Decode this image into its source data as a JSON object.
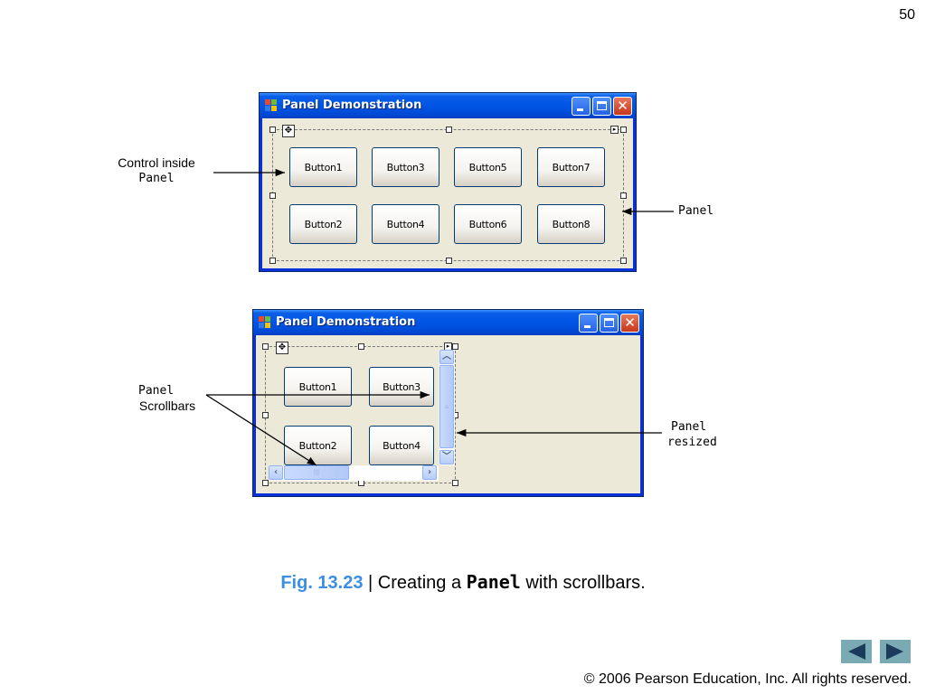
{
  "slide": {
    "number": "50"
  },
  "window_top": {
    "title": "Panel Demonstration",
    "buttons": [
      "Button1",
      "Button3",
      "Button5",
      "Button7",
      "Button2",
      "Button4",
      "Button6",
      "Button8"
    ]
  },
  "window_bottom": {
    "title": "Panel Demonstration",
    "buttons": [
      "Button1",
      "Button3",
      "Button2",
      "Button4"
    ]
  },
  "annotations": {
    "control_inside": "Control inside",
    "control_inside_code": "Panel",
    "panel": "Panel",
    "scrollbars_code": "Panel",
    "scrollbars": "Scrollbars",
    "resized_code": "Panel",
    "resized": "resized"
  },
  "caption": {
    "fig": "Fig. 13.23",
    "text_before": " | Creating a ",
    "code": "Panel",
    "text_after": " with scrollbars."
  },
  "nav": {
    "prev_icon": "triangle-left-icon",
    "next_icon": "triangle-right-icon"
  },
  "footer": {
    "copyright": "© 2006 Pearson Education, Inc.  All rights reserved."
  },
  "colors": {
    "title_bar": "#0055e5",
    "client": "#ece9d8",
    "caption_fig": "#3b8ee4",
    "nav": "#7aaab3"
  }
}
